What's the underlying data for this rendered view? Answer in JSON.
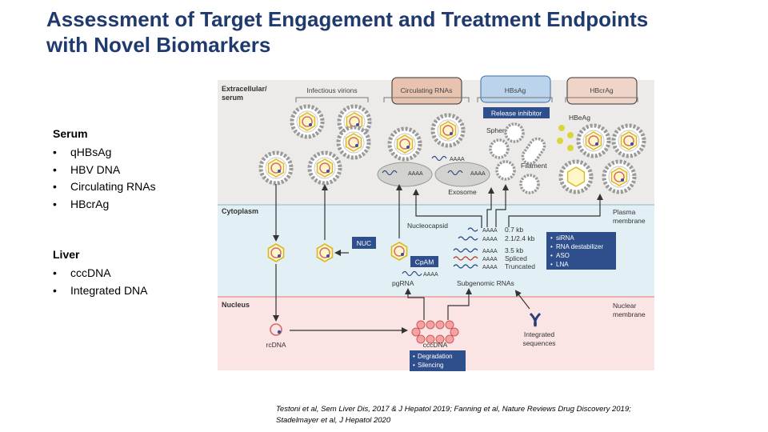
{
  "title": {
    "line1": "Assessment of Target Engagement and Treatment Endpoints",
    "line2": "with Novel Biomarkers"
  },
  "serum": {
    "heading": "Serum",
    "items": [
      "qHBsAg",
      "HBV DNA",
      "Circulating RNAs",
      "HBcrAg"
    ]
  },
  "liver": {
    "heading": "Liver",
    "items": [
      "cccDNA",
      "Integrated DNA"
    ]
  },
  "diagram": {
    "regions": {
      "extracellular_1": "Extracellular/",
      "extracellular_2": "serum",
      "cytoplasm": "Cytoplasm",
      "nucleus": "Nucleus",
      "plasma_1": "Plasma",
      "plasma_2": "membrane",
      "nuclear_1": "Nuclear",
      "nuclear_2": "membrane"
    },
    "headers": {
      "infectious": "Infectious virions",
      "circ_rnas": "Circulating RNAs",
      "hbsag": "HBsAg",
      "hbcrag": "HBcrAg"
    },
    "labels": {
      "release_inhibitor": "Release inhibitor",
      "sphere": "Sphere",
      "filament": "Filament",
      "hbeag": "HBeAg",
      "exosome": "Exosome",
      "nucleocapsid": "Nucleocapsid",
      "nuc": "NUC",
      "cpam": "CpAM",
      "pgrna": "pgRNA",
      "subgenomic": "Subgenomic RNAs",
      "rcdna": "rcDNA",
      "cccdna": "cccDNA",
      "integrated_1": "Integrated",
      "integrated_2": "sequences",
      "polya": "AAAA"
    },
    "rna_sizes": [
      "0.7 kb",
      "2.1/2.4 kb",
      "3.5 kb",
      "Spliced",
      "Truncated"
    ],
    "rnai_box": [
      "siRNA",
      "RNA destabilizer",
      "ASO",
      "LNA"
    ],
    "ccc_box": [
      "Degradation",
      "Silencing"
    ]
  },
  "citation": {
    "line1": "Testoni et al, Sem Liver Dis, 2017 & J Hepatol 2019; Fanning et al, Nature Reviews Drug Discovery 2019;",
    "line2": "Stadelmayer et al, J Hepatol 2020"
  },
  "colors": {
    "title": "#1f3a6e",
    "serum_band": "#ecebe9",
    "cytoplasm_band": "#e2f0f5",
    "nucleus_band": "#fbe4e4",
    "drug_box": "#2e4f8c",
    "circ_rna_box": "#e8c4b0",
    "hbsag_box": "#bcd3ec",
    "hbcrag_box": "#f0d4c8"
  }
}
